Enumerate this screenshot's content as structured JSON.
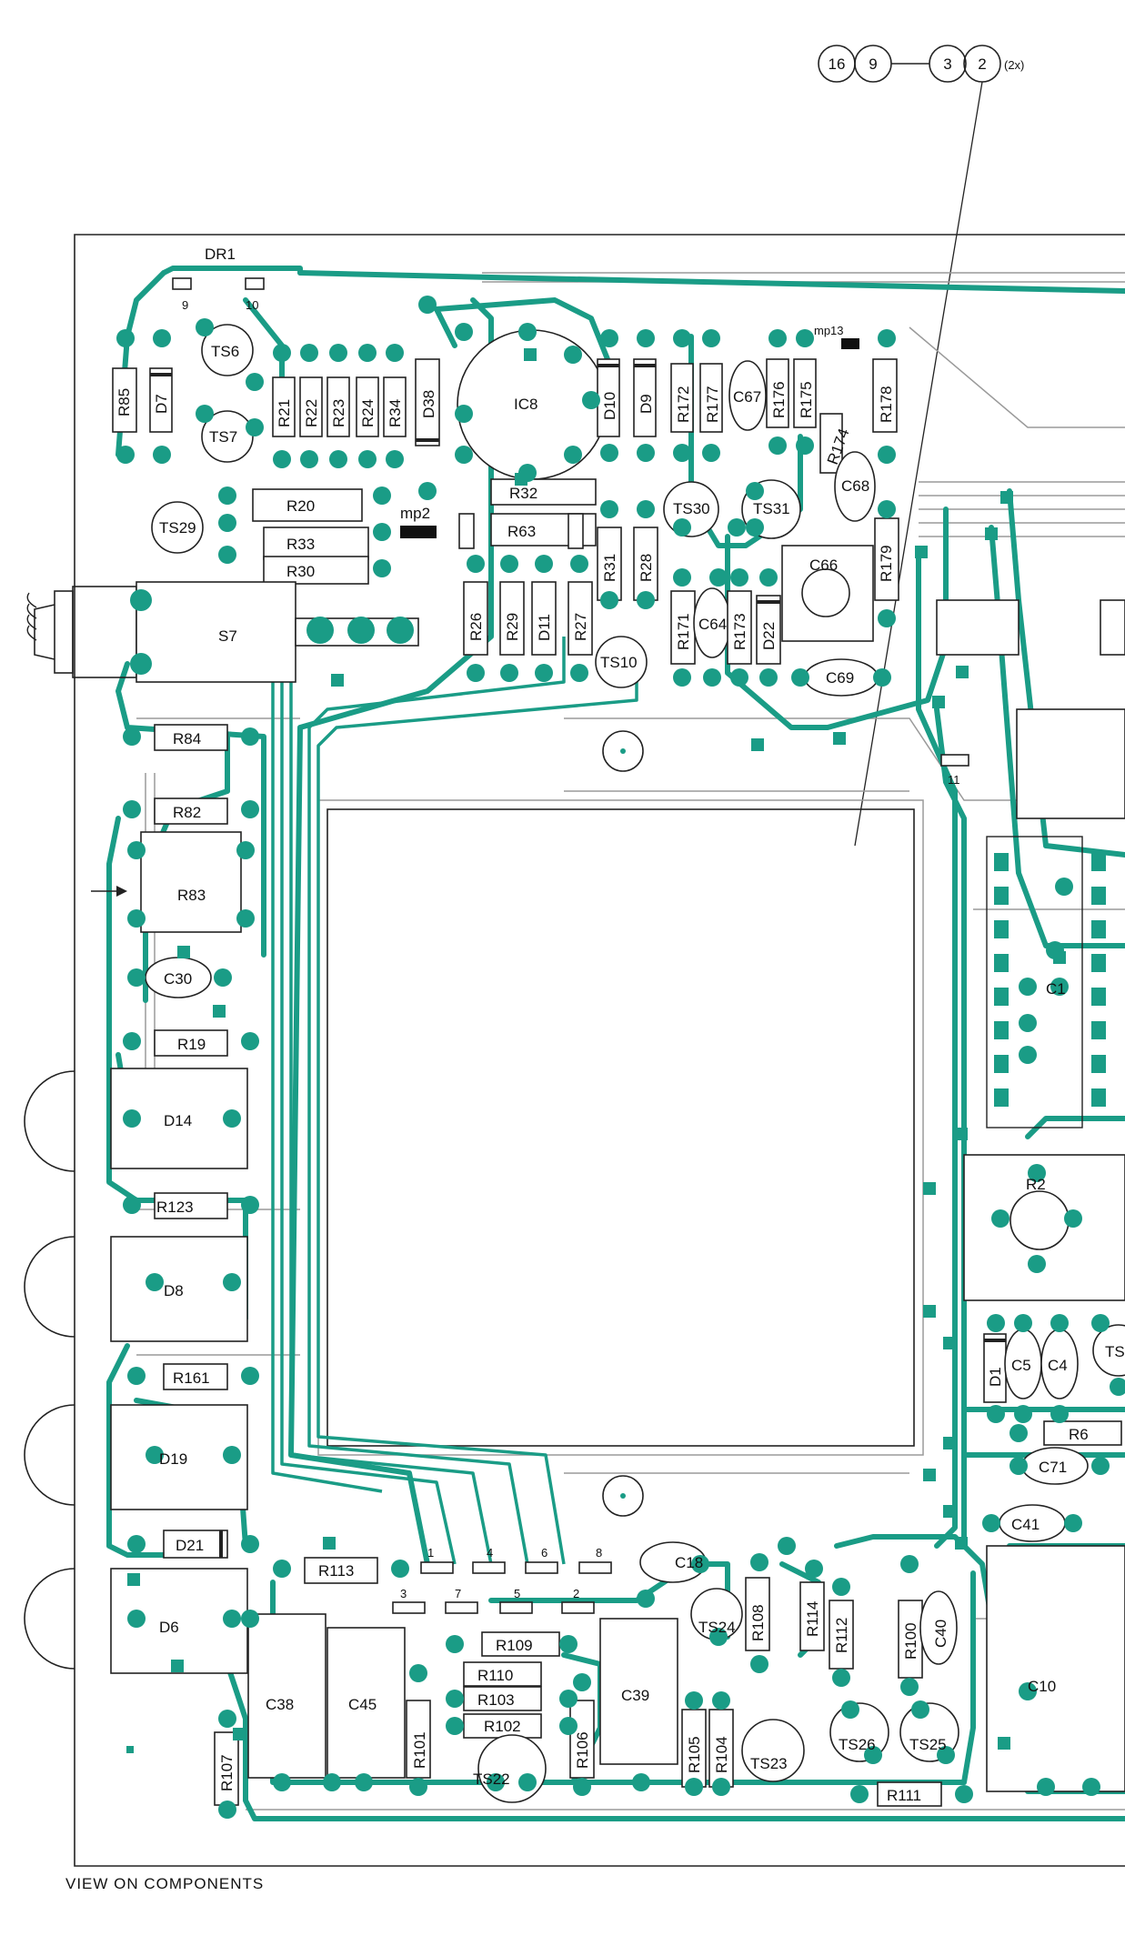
{
  "connector": {
    "pins": [
      "16",
      "9",
      "3",
      "2"
    ],
    "note": "(2x)"
  },
  "caption": "VIEW ON COMPONENTS",
  "colors": {
    "trace": "#1a9c86",
    "silkscreen": "#222222",
    "ghost_trace": "#9a9a9a",
    "background": "#ffffff"
  },
  "labels": {
    "DR1": "DR1",
    "pin9": "9",
    "pin10": "10",
    "R85": "R85",
    "D7": "D7",
    "TS6": "TS6",
    "TS7": "TS7",
    "TS29": "TS29",
    "R21": "R21",
    "R22": "R22",
    "R23": "R23",
    "R24": "R24",
    "R34": "R34",
    "D38": "D38",
    "IC8": "IC8",
    "D10": "D10",
    "D9": "D9",
    "R172": "R172",
    "R177": "R177",
    "C67": "C67",
    "R176": "R176",
    "R175": "R175",
    "mp13": "mp13",
    "R178": "R178",
    "R174": "R174",
    "C68": "C68",
    "R20": "R20",
    "R32": "R32",
    "mp2": "mp2",
    "R33": "R33",
    "R63": "R63",
    "R30": "R30",
    "R31": "R31",
    "R28": "R28",
    "TS30": "TS30",
    "TS31": "TS31",
    "C66": "C66",
    "R179": "R179",
    "S7": "S7",
    "R26": "R26",
    "R29": "R29",
    "D11": "D11",
    "R27": "R27",
    "TS10": "TS10",
    "R171": "R171",
    "C64": "C64",
    "R173": "R173",
    "D22": "D22",
    "C69": "C69",
    "R84": "R84",
    "R82": "R82",
    "R83": "R83",
    "C30": "C30",
    "R19": "R19",
    "D14": "D14",
    "R123": "R123",
    "D8": "D8",
    "R161": "R161",
    "D19": "D19",
    "D21": "D21",
    "D6": "D6",
    "R107": "R107",
    "C38": "C38",
    "C45": "C45",
    "R113": "R113",
    "R101": "R101",
    "R110": "R110",
    "R109": "R109",
    "R103": "R103",
    "R102": "R102",
    "TS22": "TS22",
    "R106": "R106",
    "C39": "C39",
    "C18": "C18",
    "TS24": "TS24",
    "R108": "R108",
    "R105": "R105",
    "R104": "R104",
    "TS23": "TS23",
    "R114": "R114",
    "R112": "R112",
    "R100": "R100",
    "C40": "C40",
    "TS26": "TS26",
    "TS25": "TS25",
    "R111": "R111",
    "C10": "C10",
    "C41": "C41",
    "C71": "C71",
    "R6": "R6",
    "D1": "D1",
    "C5": "C5",
    "C4": "C4",
    "TS": "TS",
    "R2": "R2",
    "C1": "C1",
    "pin11": "11",
    "pad1": "1",
    "pad2": "2",
    "pad3": "3",
    "pad4": "4",
    "pad5": "5",
    "pad6": "6",
    "pad7": "7",
    "pad8": "8"
  }
}
